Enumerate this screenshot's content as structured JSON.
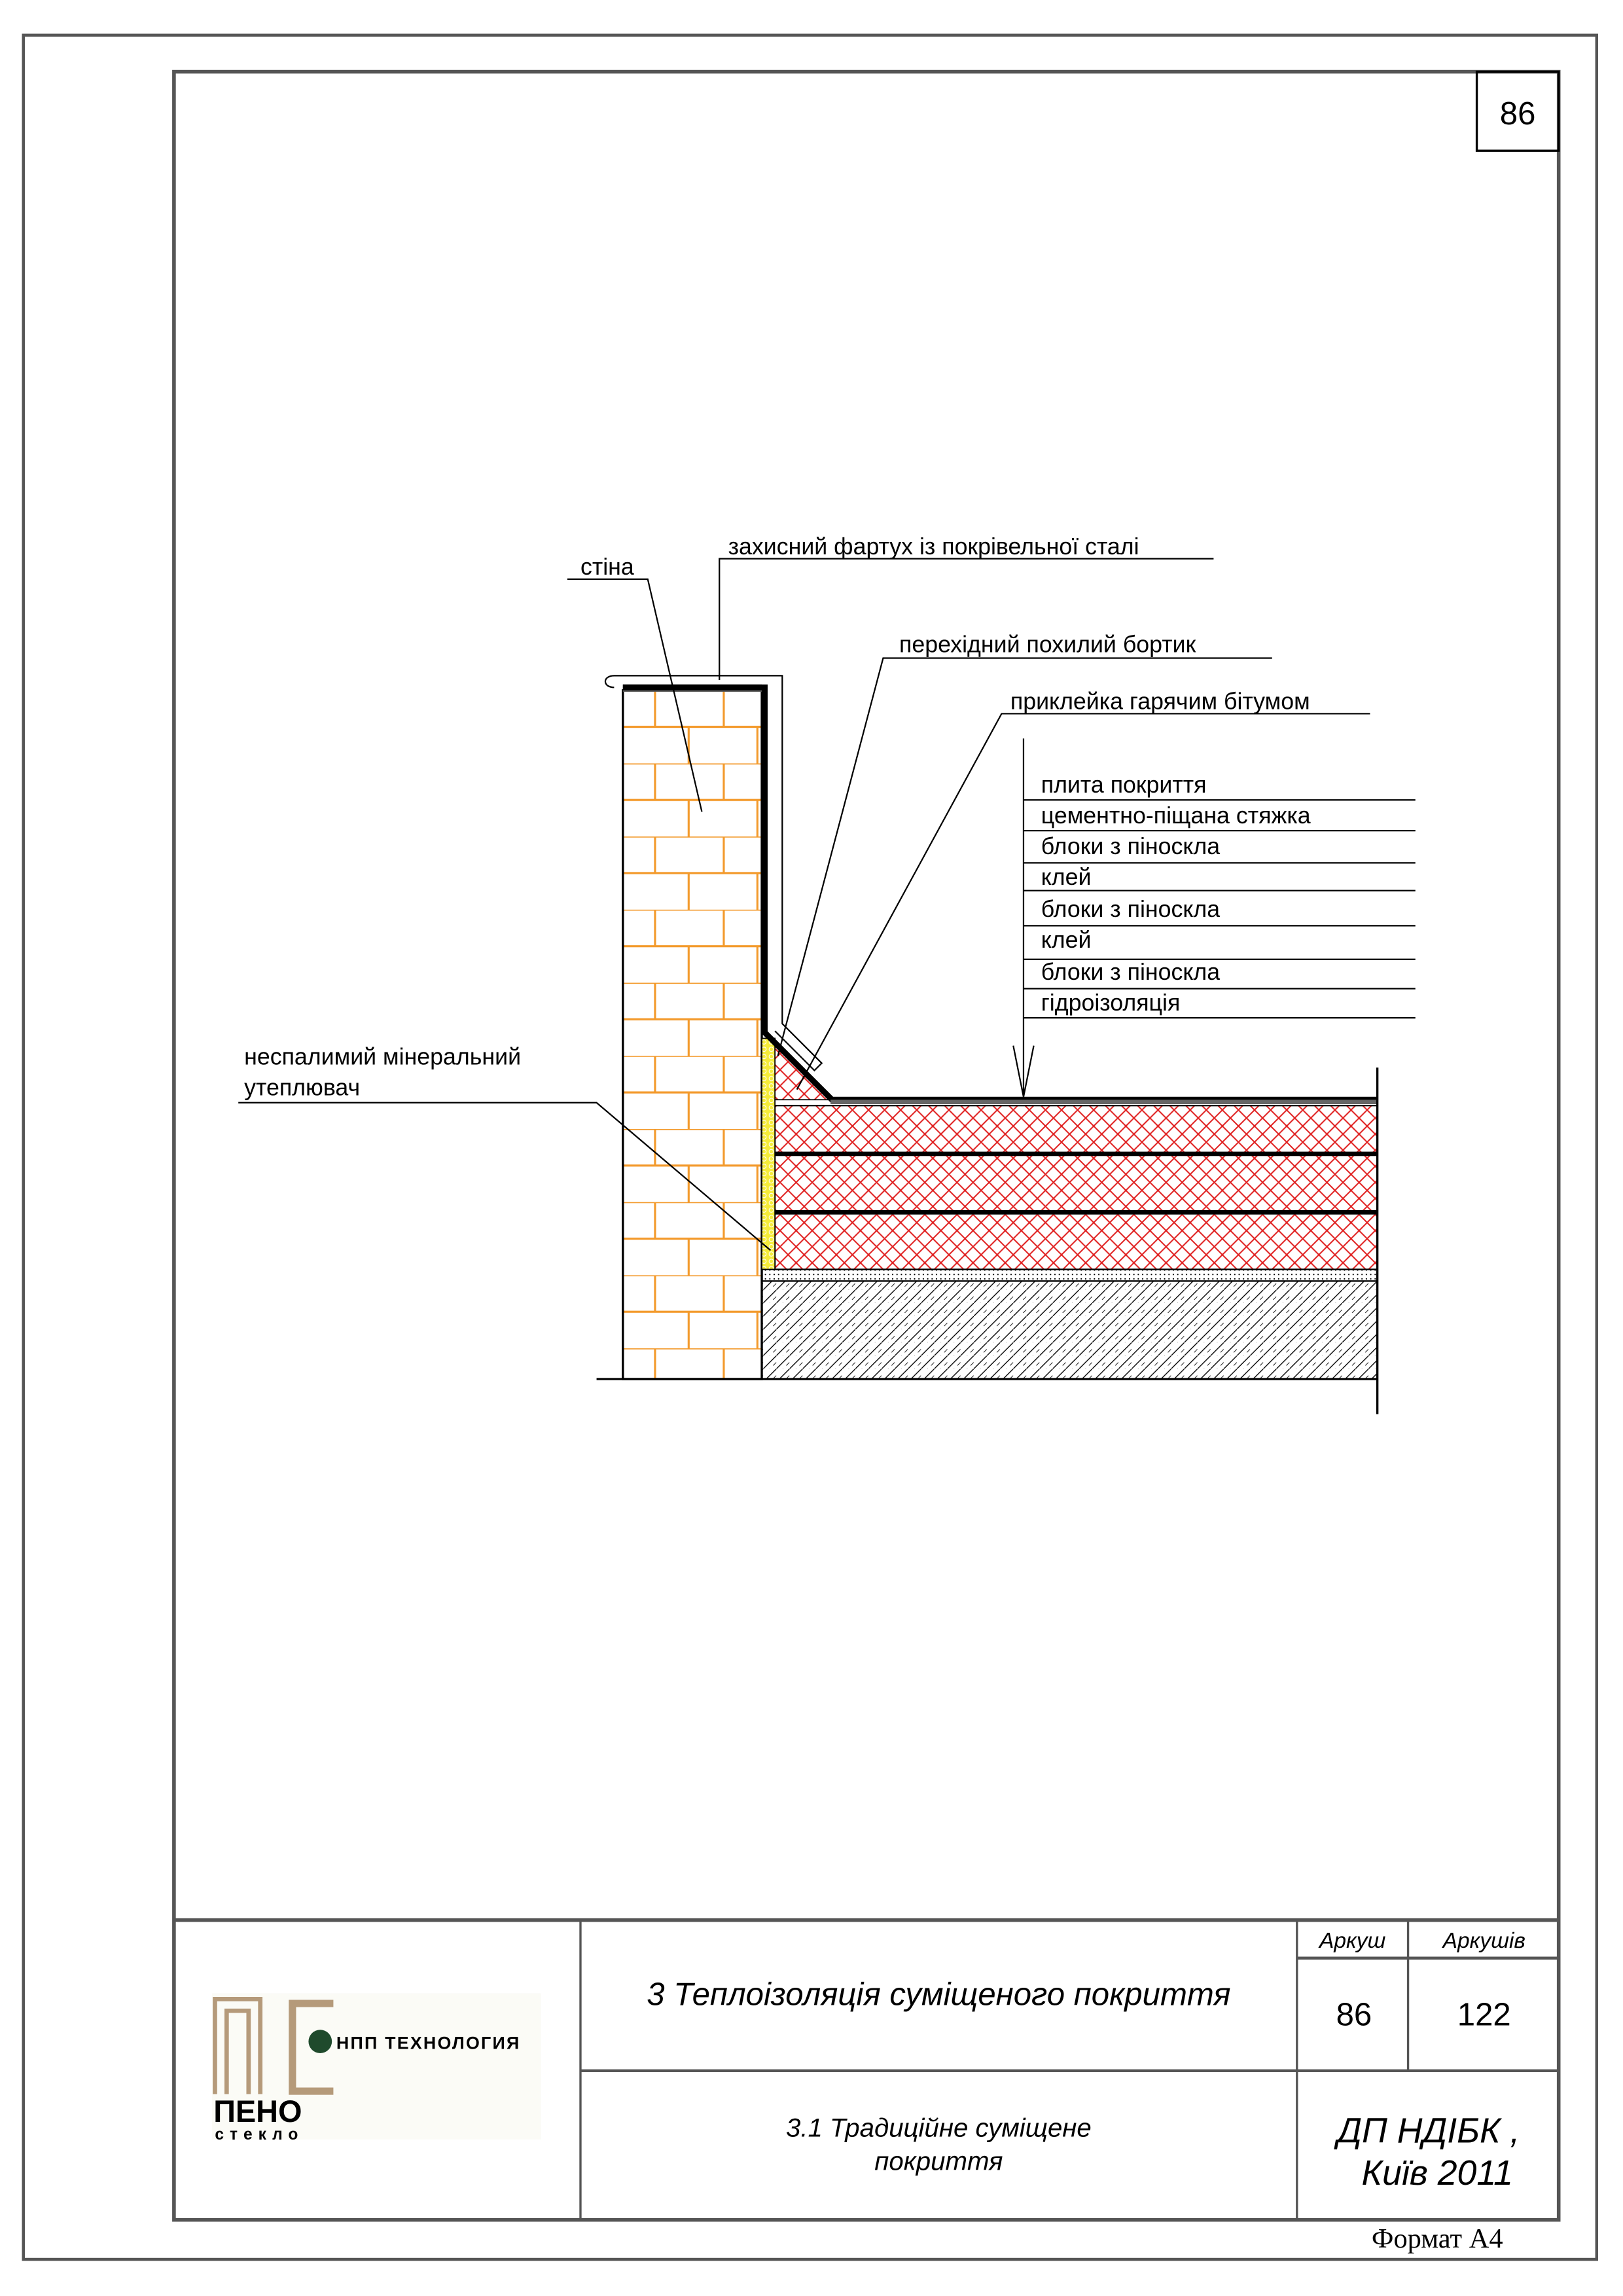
{
  "page_number": "86",
  "labels": {
    "wall": "стіна",
    "apron": "захисний фартух із покрівельної сталі",
    "fillet": "перехідний похилий бортик",
    "glue": "приклейка гарячим бітумом",
    "insulation_line1": "неспалимий мінеральний",
    "insulation_line2": "утеплювач"
  },
  "layers": [
    "плита покриття",
    "цементно-піщана стяжка",
    "блоки з піноскла",
    "клей",
    "блоки з піноскла",
    "клей",
    "блоки з піноскла",
    "гідроізоляція"
  ],
  "title_block": {
    "title": "3 Теплоізоляція суміщеного покриття",
    "subtitle_line1": "3.1 Традиційне суміщене",
    "subtitle_line2": "покриття",
    "sheet_label": "Аркуш",
    "sheets_label": "Аркушів",
    "sheet": "86",
    "sheets": "122",
    "org_line1": "ДП НДІБК ,",
    "org_line2": "Київ 2011",
    "logo": {
      "text_top": "НПП ТЕХНОЛОГИЯ",
      "text_brand": "ПЕНО",
      "text_sub": "стекло",
      "letters": "ПС"
    }
  },
  "format": "Формат А4",
  "colors": {
    "brick": "#f39a2c",
    "foam_glass": "#e02020",
    "insulation": "#f5ec3a",
    "logo_green": "#1f4a2c",
    "logo_tan": "#b59a7a"
  }
}
